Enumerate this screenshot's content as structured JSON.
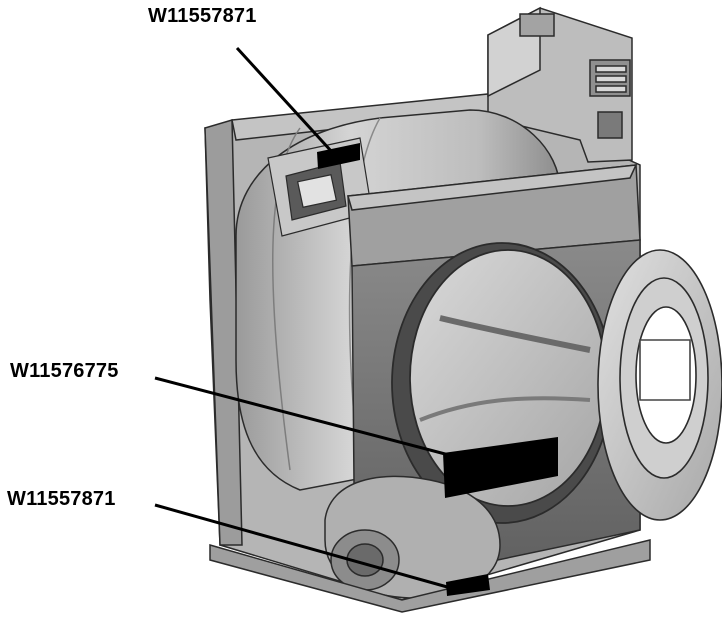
{
  "diagram": {
    "callouts": {
      "top": "W11557871",
      "middle": "W11576775",
      "bottom": "W11557871"
    },
    "colors": {
      "label_patch": "#000000",
      "leader_line": "#000000",
      "cabinet_light": "#c9c9c9",
      "cabinet_mid": "#a9a9a9",
      "cabinet_dark": "#6e6e6e",
      "outline": "#2b2b2b"
    }
  }
}
